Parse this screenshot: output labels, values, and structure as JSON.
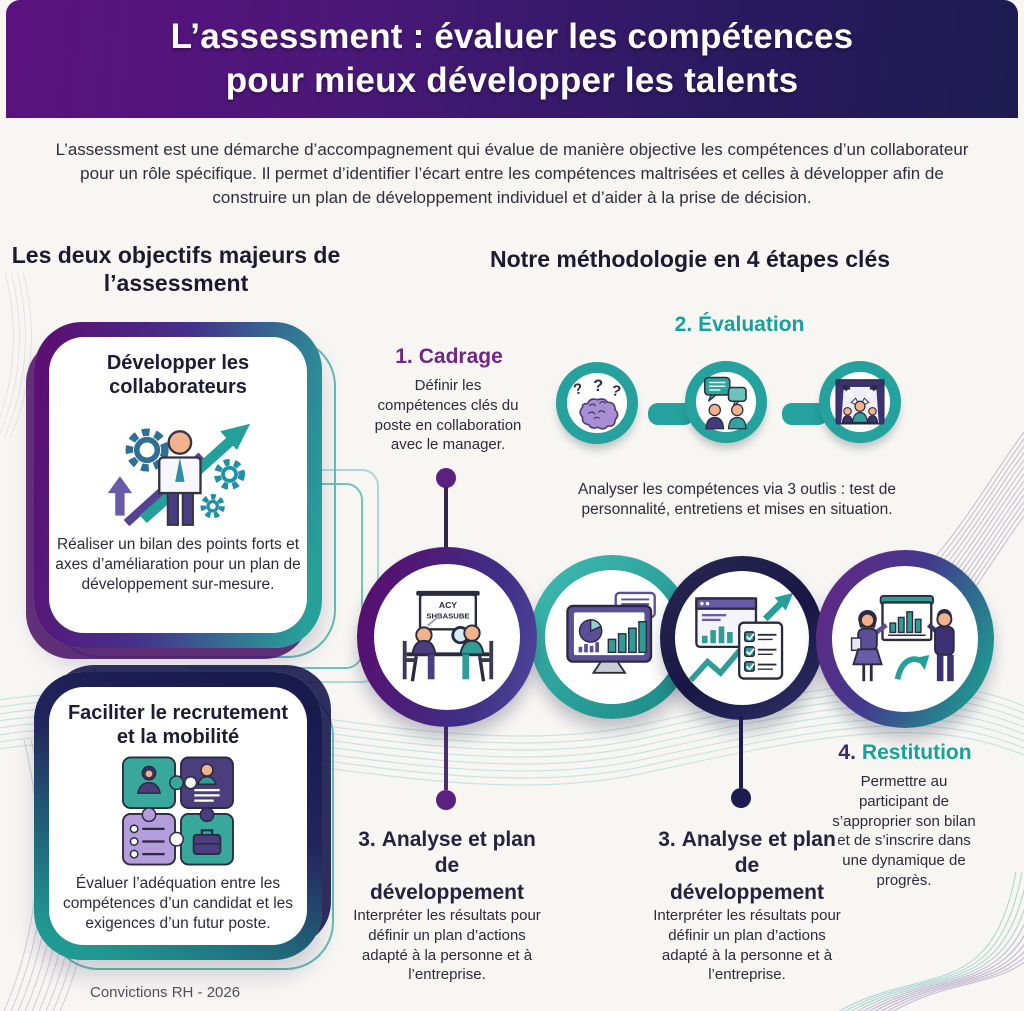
{
  "meta": {
    "credit": "Convictions RH - 2026"
  },
  "header": {
    "title_line1": "L’assessment : évaluer les compétences",
    "title_line2": "pour mieux développer les talents"
  },
  "intro": "L’assessment est une démarche d’accompagnement qui évalue de manière objective les compétences d’un collaborateur pour un rôle spécifique. Il permet d’identifier l’écart entre les compétences maltrisées et celles à développer afin de construire un plan de développement individuel et d’aider à la prise de décision.",
  "objectives": {
    "heading": "Les deux objectifs majeurs de l’assessment",
    "cards": [
      {
        "title": "Développer les collaborateurs",
        "description": "Réaliser un bilan des points forts et axes d’améliaration pour un plan de développement sur-mesure.",
        "icon": "employee-growth-icon"
      },
      {
        "title": "Faciliter le recrutement et la mobilité",
        "description": "Évaluer l’adéquation entre les compétences d’un candidat et les exigences d’un futur poste.",
        "icon": "puzzle-match-icon"
      }
    ]
  },
  "methodology": {
    "heading": "Notre méthodologie en 4 étapes clés",
    "steps": [
      {
        "number": "1.",
        "title": "Cadrage",
        "accent": "#702687",
        "description": "Définir les compétences clés du poste en collaboration avec le manager."
      },
      {
        "number": "2.",
        "title": "Évaluation",
        "accent": "#17a19a",
        "description": "Analyser les compétences via 3 outlis : test de personnalité, entretiens et mises en situation.",
        "icons": [
          "brain-questions-icon",
          "interview-chat-icon",
          "stage-observation-icon"
        ]
      },
      {
        "number": "3.",
        "title": "Analyse et plan de développement",
        "accent": "#23223f",
        "description": "Interpréter les résultats pour définir un plan d’actions adapté à la personne et à l’entreprise."
      },
      {
        "number": "3.",
        "title": "Analyse et plan de développement",
        "accent": "#23223f",
        "description": "Interpréter les résultats pour définir un plan d’actions adapté à la personne et à l’entreprise."
      },
      {
        "number": "4.",
        "title": "Restitution",
        "accent": "#17a19a",
        "description": "Permettre au participant de s’approprier son bilan et de s’inscrire dans une dynamique de progrès."
      }
    ],
    "timeline_icons": [
      "interview-table-icon",
      "dashboard-monitor-icon",
      "analysis-checklist-icon",
      "presentation-icon"
    ],
    "whiteboard": {
      "line1": "ACY",
      "line2": "SHBASUBE"
    }
  },
  "glyphs": {
    "question_mark": "?"
  },
  "colors": {
    "header_gradient_from": "#5c1180",
    "header_gradient_to": "#1e1b52",
    "teal": "#22a19a",
    "purple": "#5b2080",
    "navy": "#1d1b4f",
    "text_dark": "#23223f",
    "background": "#f7f6f3"
  }
}
